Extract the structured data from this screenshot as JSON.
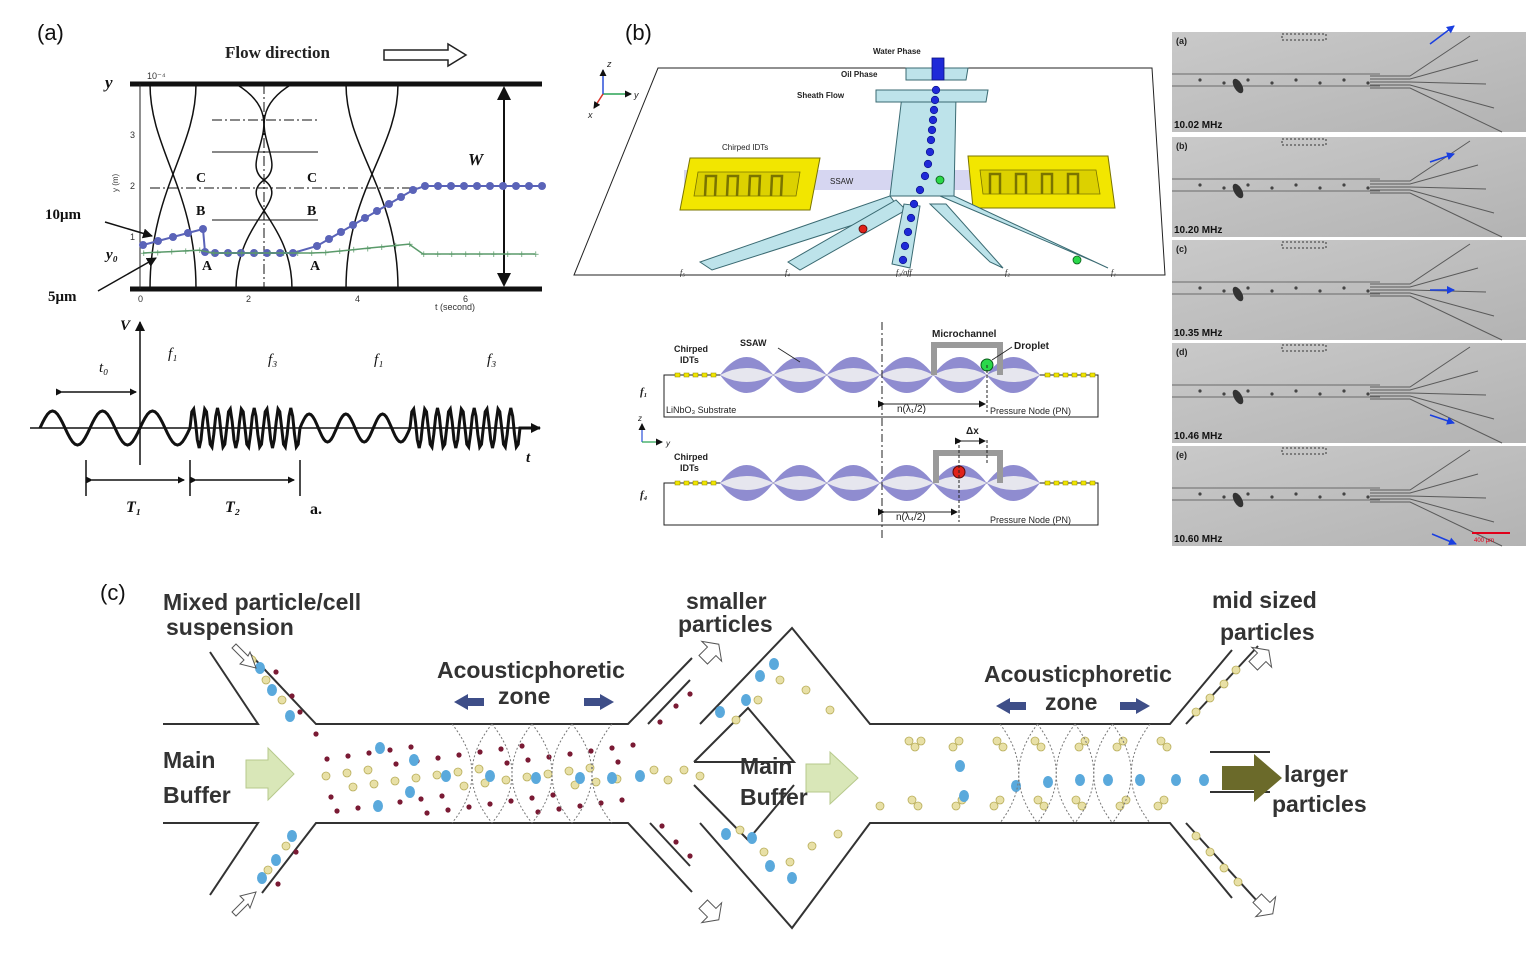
{
  "panel_labels": {
    "a": "(a)",
    "b": "(b)",
    "c": "(c)"
  },
  "panel_a": {
    "flow_direction": "Flow direction",
    "y_axis": "y",
    "y_exponent": "10⁻⁴",
    "y_unit": "y (m)",
    "y_ticks": [
      "1",
      "2",
      "3"
    ],
    "x_ticks": [
      "0",
      "2",
      "4",
      "6"
    ],
    "x_unit": "t (second)",
    "width_label": "W",
    "y0_label": "y₀",
    "size_10": "10μm",
    "size_5": "5μm",
    "point_labels": [
      "A",
      "A",
      "B",
      "B",
      "C",
      "C"
    ],
    "waveform": {
      "v_label": "V",
      "t_label": "t",
      "t0_label": "t₀",
      "freq_labels": [
        "f₁",
        "f₃",
        "f₁",
        "f₃"
      ],
      "period_labels": [
        "T₁",
        "T₂"
      ],
      "caption": "a."
    }
  },
  "panel_b": {
    "water_phase": "Water Phase",
    "oil_phase": "Oil Phase",
    "sheath_flow": "Sheath Flow",
    "chirped_idts": "Chirped IDTs",
    "ssaw": "SSAW",
    "axis_x": "x",
    "axis_y": "y",
    "axis_z": "z",
    "outlets": [
      "f₅",
      "f₄",
      "f₃/off",
      "f₂",
      "f₁"
    ],
    "cross_section": {
      "chirped": "Chirped",
      "idts": "IDTs",
      "ssaw": "SSAW",
      "microchannel": "Microchannel",
      "droplet": "Droplet",
      "substrate": "LiNbO₃ Substrate",
      "f1": "f₁",
      "f4": "f₄",
      "half_lambda_1": "n(λ₁/2)",
      "half_lambda_4": "n(λ₄/2)",
      "delta_x": "Δx",
      "pressure_node": "Pressure Node (PN)"
    }
  },
  "micrographs": {
    "frames": [
      {
        "label": "(a)",
        "freq": "10.02 MHz"
      },
      {
        "label": "(b)",
        "freq": "10.20 MHz"
      },
      {
        "label": "(c)",
        "freq": "10.35 MHz"
      },
      {
        "label": "(d)",
        "freq": "10.46 MHz"
      },
      {
        "label": "(e)",
        "freq": "10.60 MHz"
      }
    ],
    "scale_bar": "400 μm",
    "colors": {
      "arrow": "#1a3fe0",
      "scale_bar": "#e0001a"
    }
  },
  "panel_c": {
    "mixed": [
      "Mixed particle/cell",
      "suspension"
    ],
    "acoustic_zone_1": [
      "Acousticphoretic",
      "zone"
    ],
    "smaller": [
      "smaller",
      "particles"
    ],
    "main_buffer_1": [
      "Main",
      "Buffer"
    ],
    "main_buffer_2": [
      "Main",
      "Buffer"
    ],
    "acoustic_zone_2": [
      "Acousticphoretic",
      "zone"
    ],
    "mid_sized": [
      "mid sized",
      "particles"
    ],
    "larger": [
      "larger",
      "particles"
    ]
  },
  "colors": {
    "blue_traj": "#5a63b8",
    "green_traj": "#5a9a6a",
    "channel_fill": "#bde3ea",
    "idt_yellow": "#f2e600",
    "wave_purple": "#7b78c8",
    "blue_particle": "#5aa9dc",
    "yellow_particle": "#e8e0a6",
    "maroon_particle": "#7a1a34",
    "buffer_arrow": "#d9e7b8",
    "large_arrow": "#6b6a2a",
    "zone_arrow": "#3e4e88"
  }
}
